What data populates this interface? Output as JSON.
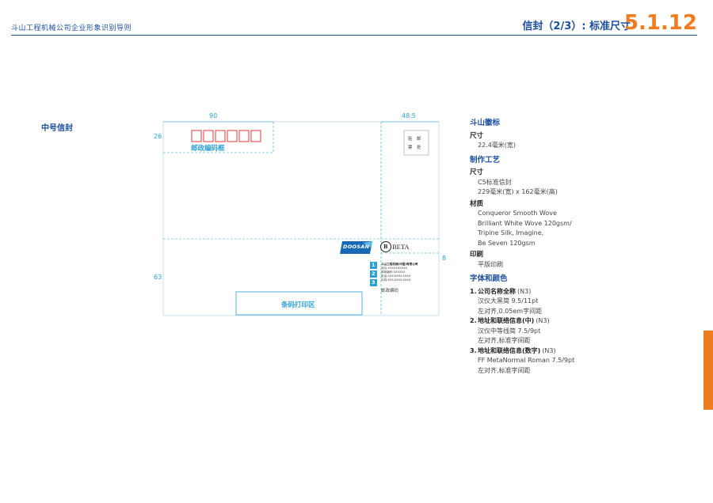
{
  "header": {
    "company": "斗山工程机械公司企业形象识别导则",
    "page_title": "信封（2/3）: 标准尺寸",
    "page_number": "5.1.12"
  },
  "section_label": "中号信封",
  "envelope": {
    "dim_top_left": "90",
    "dim_top_right": "48.5",
    "dim_left_top": "26",
    "dim_left_bottom": "63",
    "dim_right": "8",
    "postcode_label": "邮政编码框",
    "stamp_text_1": "贴　邮",
    "stamp_text_2": "票　处",
    "doosan_logo": "DOOSAN",
    "beta_logo": "BETA",
    "beta_letter": "B",
    "barcode_label": "条码打印区",
    "markers": [
      "1",
      "2",
      "3"
    ],
    "company_line": "斗山工程机械(中国)有限公司",
    "address_line_1": "地址:XXXXXXXXXX",
    "address_line_2": "邮政编码:XXXXXX",
    "address_line_3": "电话:XXX-XXXX-XXXX",
    "address_line_4": "传真:XXX-XXXX-XXXX",
    "postcode_bottom": "邮政编码"
  },
  "specs": {
    "logo_head": "斗山徽标",
    "logo_size_label": "尺寸",
    "logo_size_value": "22.4毫米(宽)",
    "craft_head": "制作工艺",
    "size_label": "尺寸",
    "size_line_1": "C5标准信封",
    "size_line_2": "229毫米(宽) x 162毫米(高)",
    "material_label": "材质",
    "material_lines": [
      "Conqueror Smooth Wove",
      "Brilliant White Wove 120gsm/",
      "Tripine Silk, Imagine,",
      "Be Seven 120gsm"
    ],
    "print_label": "印刷",
    "print_value": "平版印刷",
    "font_head": "字体和颜色",
    "items": [
      {
        "num": "1.",
        "title": "公司名称全称",
        "color": "(N3)",
        "lines": [
          "汉仪大黑简  9.5/11pt",
          "左对齐,0.05em字间距"
        ]
      },
      {
        "num": "2.",
        "title": "地址和联络信息(中)",
        "color": "(N3)",
        "lines": [
          "汉仪中等线简  7.5/9pt",
          "左对齐,标准字间距"
        ]
      },
      {
        "num": "3.",
        "title": "地址和联络信息(数字)",
        "color": "(N3)",
        "lines": [
          "FF MetaNormal Roman  7.5/9pt",
          "左对齐,标准字间距"
        ]
      }
    ]
  },
  "colors": {
    "brand_blue": "#1b4f9c",
    "accent_orange": "#ef7c1f",
    "guide_blue": "#2aa0d4",
    "postcode_red": "#e03a3a"
  }
}
